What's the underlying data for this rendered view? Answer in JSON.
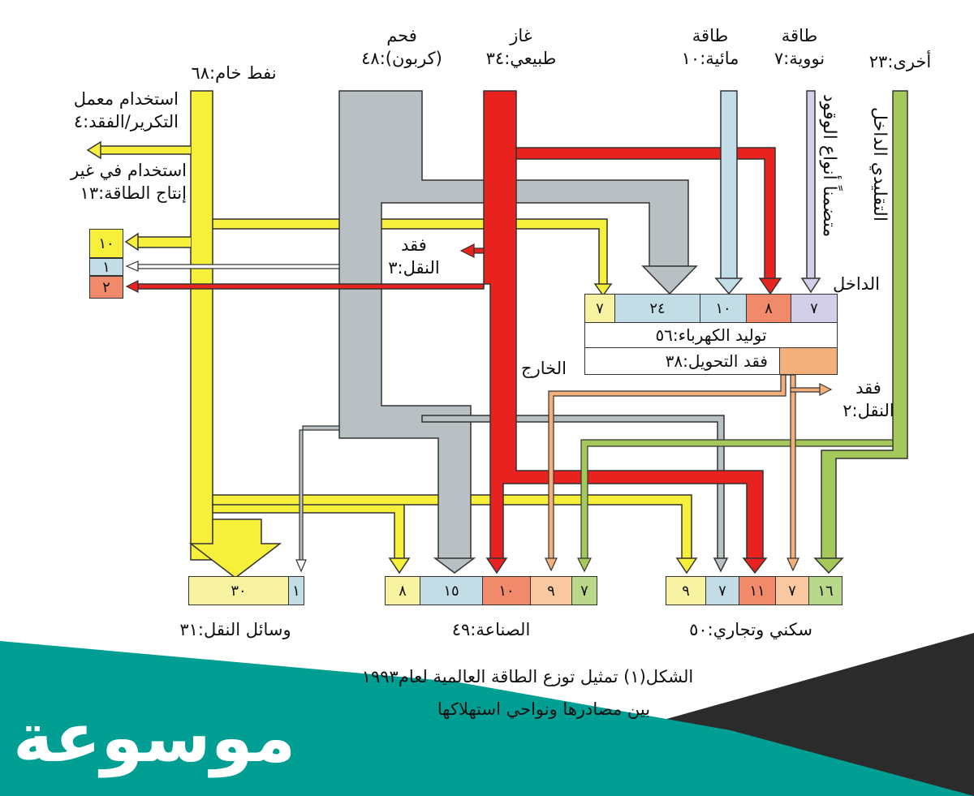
{
  "sources": {
    "oil": "نفط خام:٦٨",
    "coal": "فحم\n(كربون):٤٨",
    "gas": "غاز\nطبيعي:٣٤",
    "hydro": "طاقة\nمائية:١٠",
    "nuclear": "طاقة\nنووية:٧",
    "other": "أخرى:٢٣"
  },
  "side_labels": {
    "refinery": "استخدام معمل\nالتكرير/الفقد:٤",
    "nonenergy": "استخدام في غير\nإنتاج الطاقة:١٣",
    "transport_loss_top": "فقد\nالنقل:٣",
    "outside": "الخارج",
    "transport_loss_right": "فقد\nالنقل:٢",
    "traditional_fuel": "متضمناً أنواع الوقود",
    "traditional_fuel2": "التقليدي الداخل",
    "inside": "الداخل"
  },
  "nonenergy_cells": [
    "١٠",
    "١",
    "٢"
  ],
  "electricity": {
    "cells": [
      "٧",
      "٢٤",
      "١٠",
      "٨",
      "٧"
    ],
    "generation": "توليد الكهرباء:٥٦",
    "conversion_loss": "فقد التحويل:٣٨"
  },
  "sinks": {
    "transport": {
      "label": "وسائل النقل:٣١",
      "cells": [
        "٣٠",
        "١"
      ]
    },
    "industry": {
      "label": "الصناعة:٤٩",
      "cells": [
        "٨",
        "١٥",
        "١٠",
        "٩",
        "٧"
      ]
    },
    "residential": {
      "label": "سكني وتجاري:٥٠",
      "cells": [
        "٩",
        "٧",
        "١١",
        "٧",
        "١٦"
      ]
    }
  },
  "caption": {
    "line1": "الشكل(١) تمثيل توزع الطاقة العالمية لعام١٩٩٣",
    "line2": "بين مصادرها ونواحي استهلاكها"
  },
  "brand": "موسوعة",
  "colors": {
    "oil": "#f7f03a",
    "coal": "#b9c0c3",
    "gas": "#e8221f",
    "hydro": "#c3dde6",
    "nuclear": "#d3cfe8",
    "other": "#a4c95a",
    "loss": "#f4b07b",
    "teal": "#009e93",
    "dark": "#2b2b2b"
  }
}
